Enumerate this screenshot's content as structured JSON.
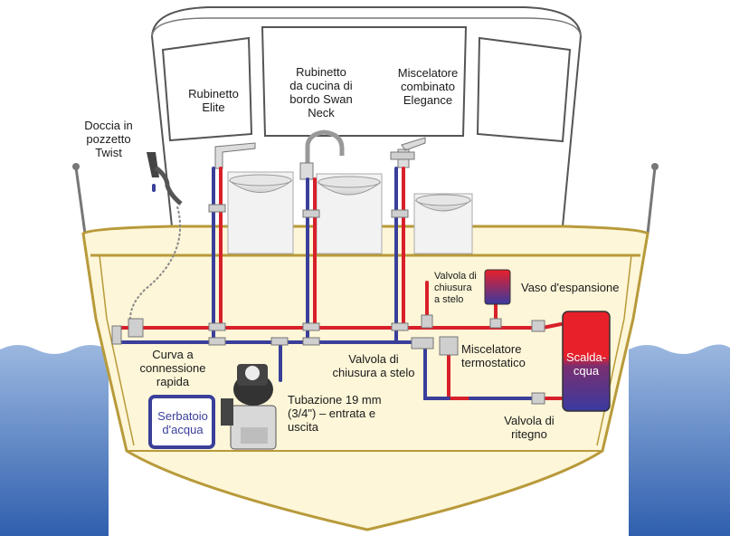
{
  "labels": {
    "rubinetto_elite": "Rubinetto\nElite",
    "swan_neck": "Rubinetto\nda cucina di\nbordo Swan\nNeck",
    "elegance": "Miscelatore\ncombinato\nElegance",
    "doccia_twist": "Doccia in\npozzetto\nTwist",
    "valvola_chiusura_top": "Valvola di\nchiusura\na stelo",
    "vaso_espansione": "Vaso d'espansione",
    "curva_rapida": "Curva a\nconnessione\nrapida",
    "valvola_chiusura_mid": "Valvola di\nchiusura a stelo",
    "miscelatore_termo": "Miscelatore\ntermostatico",
    "scaldacqua": "Scalda-\ncqua",
    "serbatoio": "Serbatoio\nd'acqua",
    "tubazione": "Tubazione 19 mm\n(3/4\") – entrata e\nuscita",
    "valvola_ritegno": "Valvola di\nritegno"
  },
  "colors": {
    "hot_pipe": "#d8202a",
    "cold_pipe": "#3a3f9a",
    "hull_fill": "#fdf6d8",
    "hull_stroke": "#b89a3a",
    "cabin_stroke": "#555555",
    "water": "#5f87c4",
    "heater_top": "#e8202a",
    "heater_bottom": "#3a3aa0"
  }
}
